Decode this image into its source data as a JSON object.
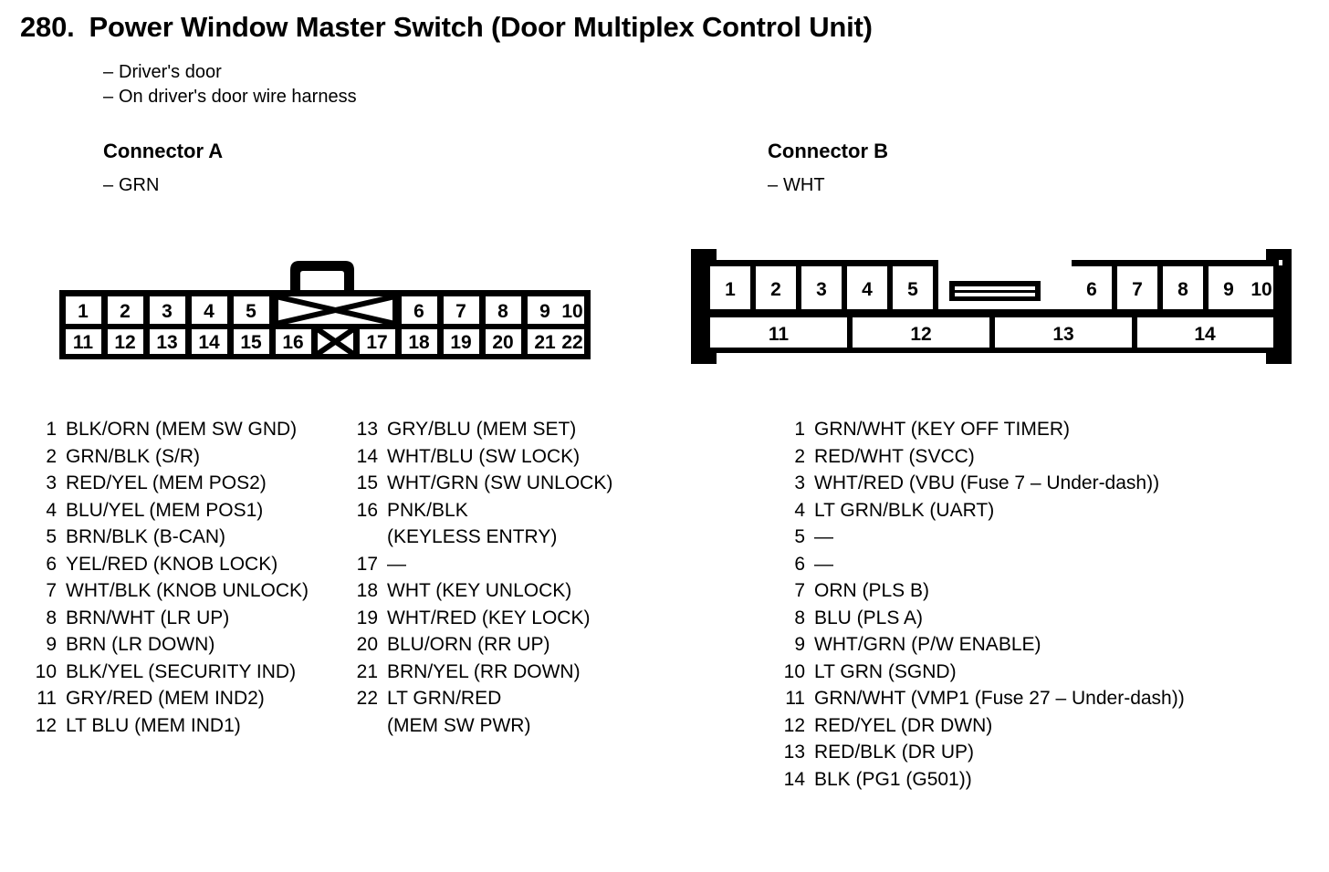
{
  "header": {
    "number": "280.",
    "title": "Power Window Master Switch (Door Multiplex Control Unit)",
    "bullets": [
      "Driver's door",
      "On driver's door wire harness"
    ],
    "dash": "–"
  },
  "connector_a": {
    "heading": "Connector A",
    "color_note": "GRN",
    "top_row": [
      "1",
      "2",
      "3",
      "4",
      "5",
      "",
      "6",
      "7",
      "8",
      "9",
      "10"
    ],
    "bottom_row": [
      "11",
      "12",
      "13",
      "14",
      "15",
      "16",
      "",
      "17",
      "18",
      "19",
      "20",
      "21",
      "22"
    ],
    "pins_col1": [
      {
        "no": "1",
        "desc": "BLK/ORN (MEM SW GND)"
      },
      {
        "no": "2",
        "desc": "GRN/BLK (S/R)"
      },
      {
        "no": "3",
        "desc": "RED/YEL (MEM POS2)"
      },
      {
        "no": "4",
        "desc": "BLU/YEL (MEM POS1)"
      },
      {
        "no": "5",
        "desc": "BRN/BLK (B-CAN)"
      },
      {
        "no": "6",
        "desc": "YEL/RED (KNOB LOCK)"
      },
      {
        "no": "7",
        "desc": "WHT/BLK (KNOB UNLOCK)"
      },
      {
        "no": "8",
        "desc": "BRN/WHT (LR UP)"
      },
      {
        "no": "9",
        "desc": "BRN (LR DOWN)"
      },
      {
        "no": "10",
        "desc": "BLK/YEL (SECURITY IND)"
      },
      {
        "no": "11",
        "desc": "GRY/RED (MEM IND2)"
      },
      {
        "no": "12",
        "desc": "LT BLU (MEM IND1)"
      }
    ],
    "pins_col2": [
      {
        "no": "13",
        "desc": "GRY/BLU (MEM SET)"
      },
      {
        "no": "14",
        "desc": "WHT/BLU (SW LOCK)"
      },
      {
        "no": "15",
        "desc": "WHT/GRN (SW UNLOCK)"
      },
      {
        "no": "16",
        "desc": "PNK/BLK",
        "desc2": "(KEYLESS ENTRY)"
      },
      {
        "no": "17",
        "desc": "—"
      },
      {
        "no": "18",
        "desc": "WHT (KEY UNLOCK)"
      },
      {
        "no": "19",
        "desc": "WHT/RED (KEY LOCK)"
      },
      {
        "no": "20",
        "desc": "BLU/ORN (RR UP)"
      },
      {
        "no": "21",
        "desc": "BRN/YEL (RR DOWN)"
      },
      {
        "no": "22",
        "desc": "LT GRN/RED",
        "desc2": "(MEM SW PWR)"
      }
    ]
  },
  "connector_b": {
    "heading": "Connector B",
    "color_note": "WHT",
    "top_row_left": [
      "1",
      "2",
      "3",
      "4",
      "5"
    ],
    "top_row_right": [
      "6",
      "7",
      "8",
      "9",
      "10"
    ],
    "bottom_row": [
      "11",
      "12",
      "13",
      "14"
    ],
    "pins": [
      {
        "no": "1",
        "desc": "GRN/WHT (KEY OFF TIMER)"
      },
      {
        "no": "2",
        "desc": "RED/WHT (SVCC)"
      },
      {
        "no": "3",
        "desc": "WHT/RED (VBU (Fuse 7 – Under-dash))"
      },
      {
        "no": "4",
        "desc": "LT GRN/BLK (UART)"
      },
      {
        "no": "5",
        "desc": "—"
      },
      {
        "no": "6",
        "desc": "—"
      },
      {
        "no": "7",
        "desc": "ORN (PLS B)"
      },
      {
        "no": "8",
        "desc": "BLU (PLS A)"
      },
      {
        "no": "9",
        "desc": "WHT/GRN (P/W ENABLE)"
      },
      {
        "no": "10",
        "desc": "LT GRN (SGND)"
      },
      {
        "no": "11",
        "desc": "GRN/WHT (VMP1 (Fuse 27 – Under-dash))"
      },
      {
        "no": "12",
        "desc": "RED/YEL (DR DWN)"
      },
      {
        "no": "13",
        "desc": "RED/BLK (DR UP)"
      },
      {
        "no": "14",
        "desc": "BLK (PG1 (G501))"
      }
    ]
  },
  "colors": {
    "ink": "#000000",
    "paper": "#ffffff"
  }
}
